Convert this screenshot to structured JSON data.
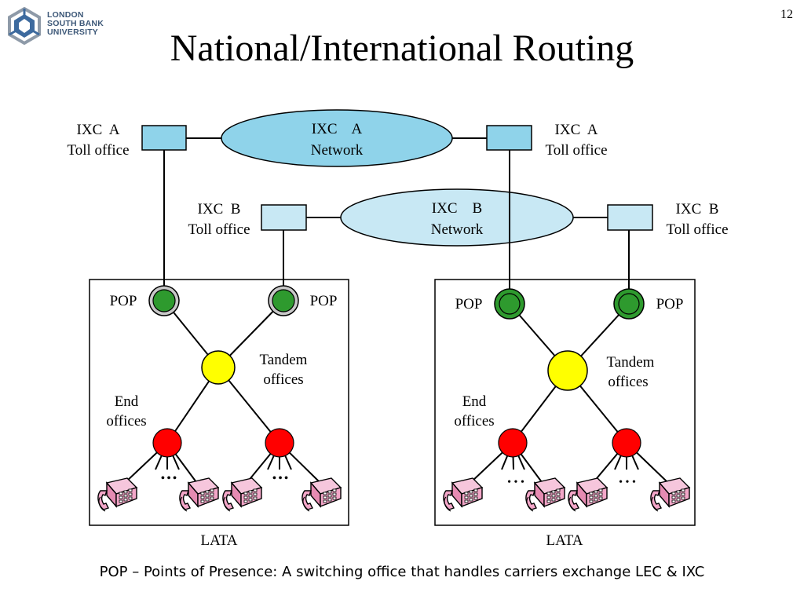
{
  "logo": {
    "lines": [
      "LONDON",
      "SOUTH BANK",
      "UNIVERSITY"
    ],
    "icon": "lsbu-star-logo-icon",
    "colors": {
      "blue": "#3d6a9e",
      "grey": "#8e9aa8"
    }
  },
  "slide_number": "12",
  "title": "National/International Routing",
  "diagram": {
    "ixc_a": {
      "network": [
        "IXC    A",
        "Network"
      ],
      "toll_left": [
        "IXC  A",
        "Toll office"
      ],
      "toll_right": [
        "IXC  A",
        "Toll office"
      ],
      "color": "#8fd3ea"
    },
    "ixc_b": {
      "network": [
        "IXC    B",
        "Network"
      ],
      "toll_left": [
        "IXC  B",
        "Toll office"
      ],
      "toll_right": [
        "IXC  B",
        "Toll office"
      ],
      "color": "#c8e8f4"
    },
    "lata_left": {
      "pop_left": "POP",
      "pop_right": "POP",
      "tandem": [
        "Tandem",
        "offices"
      ],
      "end": [
        "End",
        "offices"
      ],
      "ellipsis": "•••",
      "label": "LATA"
    },
    "lata_right": {
      "pop_left": "POP",
      "pop_right": "POP",
      "tandem": [
        "Tandem",
        "offices"
      ],
      "end": [
        "End",
        "offices"
      ],
      "ellipsis": "• • •",
      "label": "LATA"
    },
    "colors": {
      "pop": "#2e9a2e",
      "tandem": "#ffff00",
      "end_office": "#ff0000",
      "telephone": "#f3a6c8"
    }
  },
  "caption": "POP – Points of Presence: A switching office that handles carriers exchange LEC & IXC"
}
